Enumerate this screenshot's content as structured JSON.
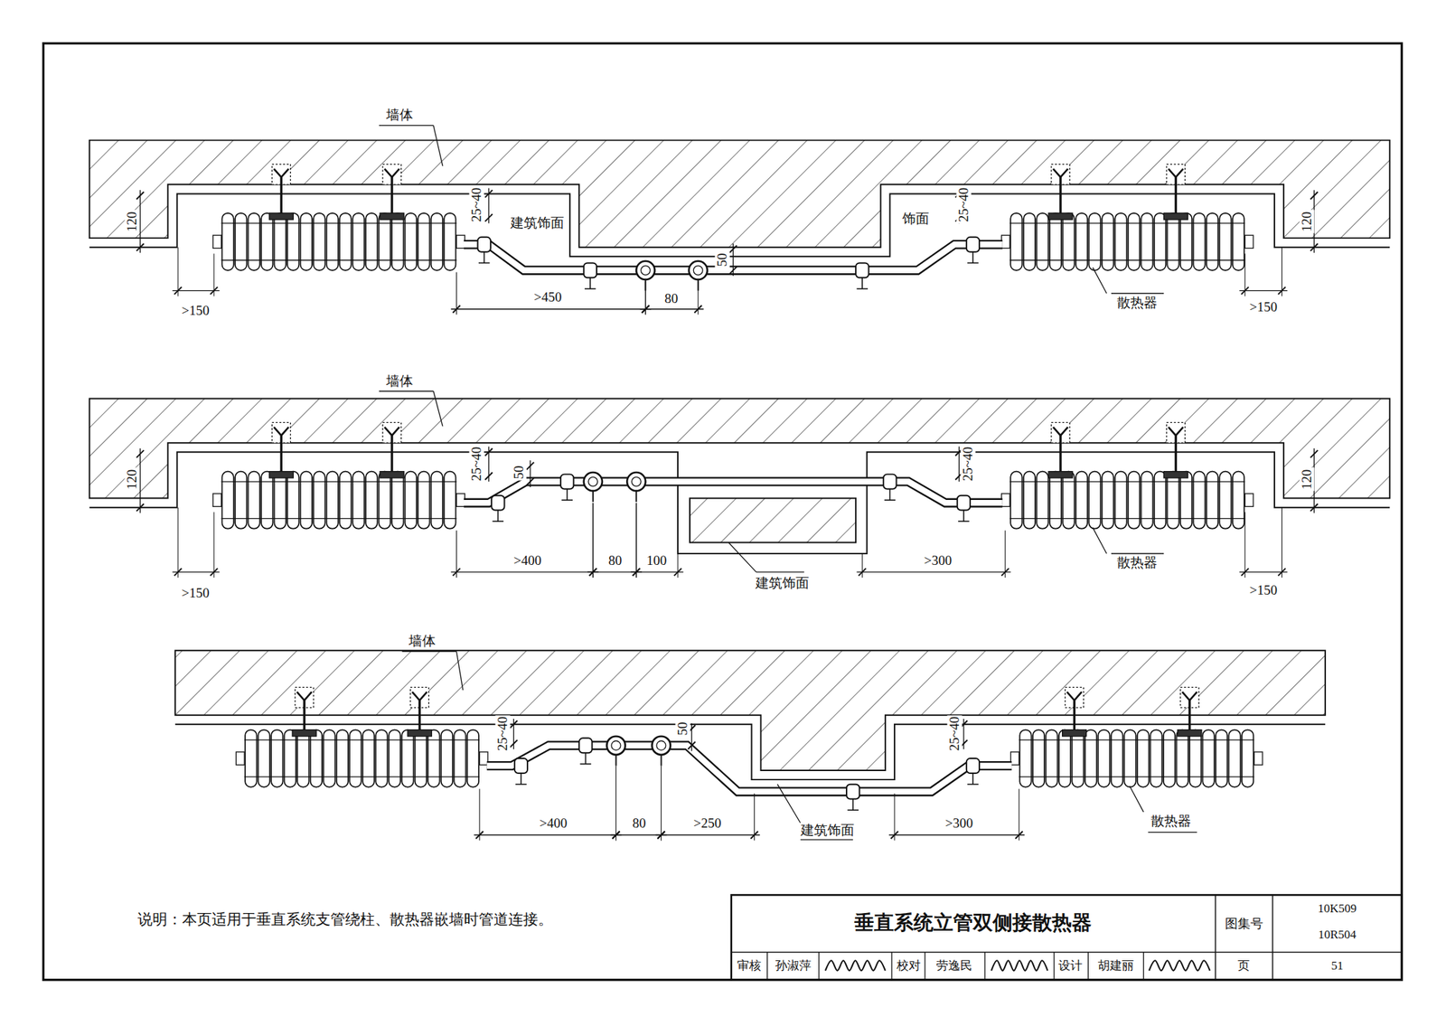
{
  "diagram": {
    "title": "垂直系统立管双侧接散热器",
    "labels": [
      "墙体",
      "25~40",
      "建筑饰面",
      "饰面",
      "25~40",
      "120",
      "120",
      "50",
      ">150",
      ">450",
      "80",
      "散热器",
      ">150",
      "墙体",
      "120",
      "25~40",
      "50",
      "25~40",
      "120",
      ">400",
      "80",
      "100",
      ">300",
      "建筑饰面",
      "散热器",
      ">150",
      ">150",
      "墙体",
      "25~40",
      "50",
      "25~40",
      ">400",
      "80",
      ">250",
      "建筑饰面",
      ">300",
      "散热器",
      "说明：本页适用于垂直系统支管绕柱、散热器嵌墙时管道连接。",
      "图集号",
      "10K509",
      "10R504",
      "审核",
      "孙淑萍",
      "校对",
      "劳逸民",
      "设计",
      "胡建丽",
      "页",
      "51"
    ]
  }
}
